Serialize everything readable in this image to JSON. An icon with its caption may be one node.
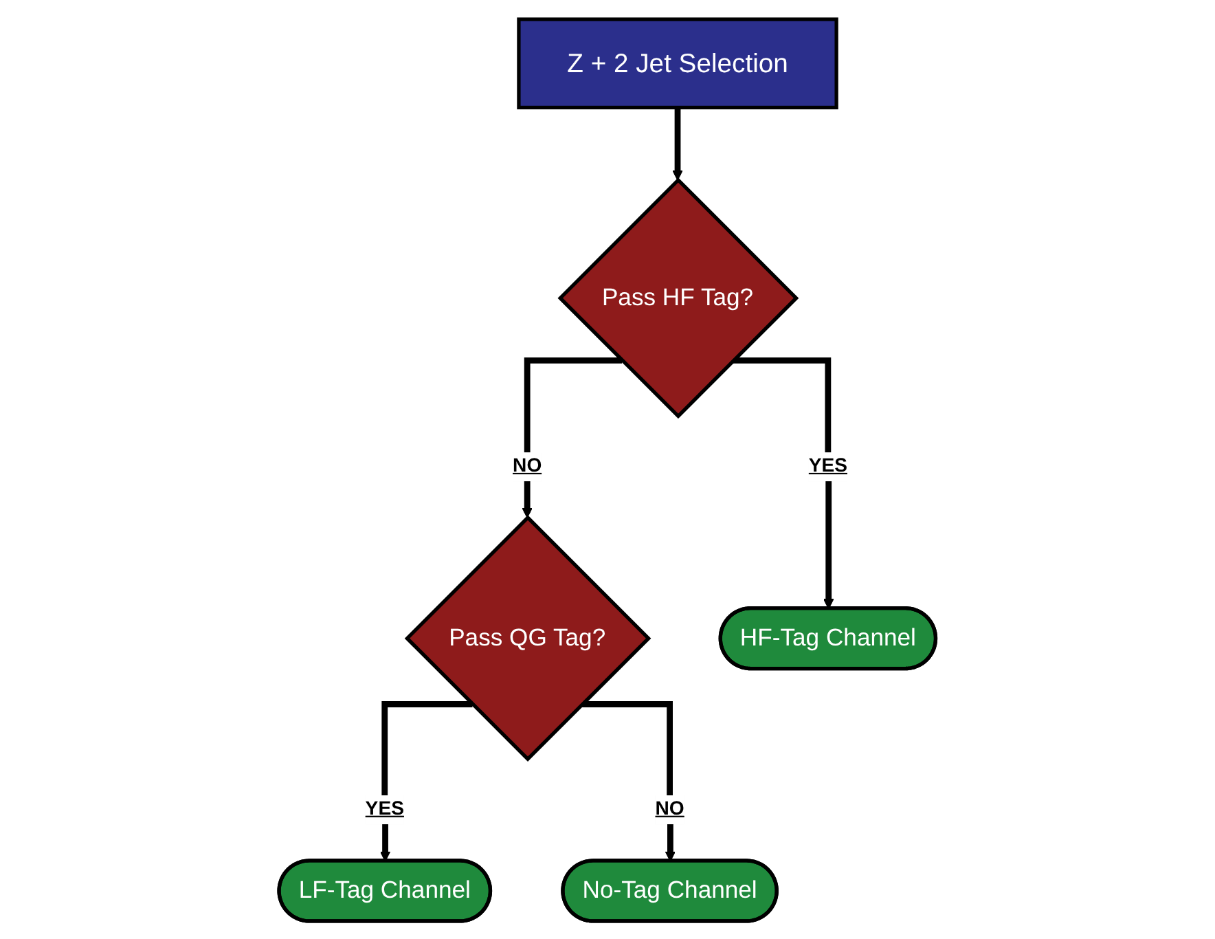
{
  "diagram": {
    "nodes": [
      {
        "text": [
          "Z + 2 Jet Selection"
        ]
      },
      {
        "text": [
          "Pass HF Tag?"
        ]
      },
      {
        "text": [
          "Pass QG Tag?"
        ]
      },
      {
        "text": [
          "HF-Tag Channel"
        ]
      },
      {
        "text": [
          "LF-Tag Channel"
        ]
      },
      {
        "text": [
          "No-Tag Channel"
        ]
      }
    ],
    "edges": [
      {
        "from": 0,
        "to": 1,
        "arrow": "to"
      },
      {
        "from": 1,
        "to": 3,
        "arrow": "to",
        "label": "YES"
      },
      {
        "from": 1,
        "to": 2,
        "arrow": "to",
        "label": "NO"
      },
      {
        "from": 2,
        "to": 4,
        "arrow": "to",
        "label": "YES"
      },
      {
        "from": 2,
        "to": 5,
        "arrow": "to",
        "label": "NO"
      }
    ]
  }
}
